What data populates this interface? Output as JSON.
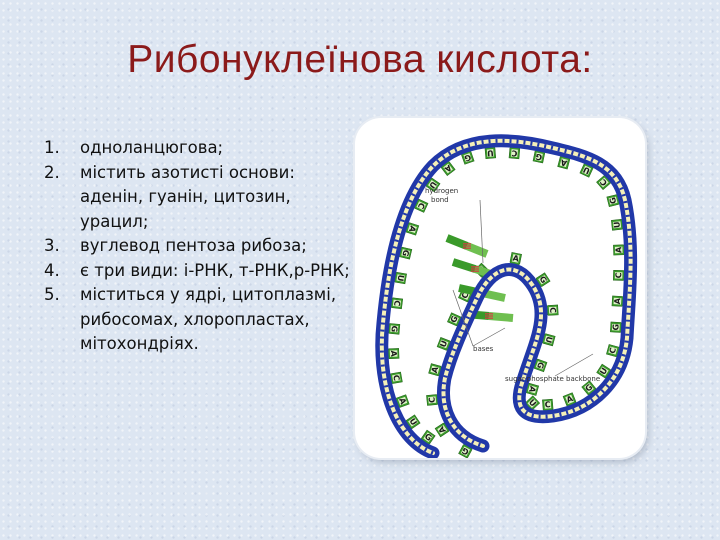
{
  "slide": {
    "title": "Рибонуклеїнова кислота:",
    "items": [
      {
        "num": "1.",
        "text": "одноланцюгова;"
      },
      {
        "num": "2.",
        "text": "містить азотисті основи: аденін, гуанін, цитозин, урацил;"
      },
      {
        "num": "3.",
        "text": "вуглевод пентоза рибоза;"
      },
      {
        "num": "4.",
        "text": "є три види: і-РНК, т-РНК,р-РНК;"
      },
      {
        "num": "5.",
        "text": "міститься у ядрі, цитоплазмі, рибосомах, хлоропластах, мітохондріях."
      }
    ]
  },
  "figure": {
    "labels": {
      "hydrogen_line1": "hydrogen",
      "hydrogen_line2": "bond",
      "bases": "bases",
      "backbone": "sugar-phosphate backbone"
    },
    "colors": {
      "backbone_blue": "#2138a8",
      "backbone_core": "#f5f0b8",
      "base_fill": "#3a9a2a",
      "hydrogen_bond": "#d04040"
    }
  }
}
